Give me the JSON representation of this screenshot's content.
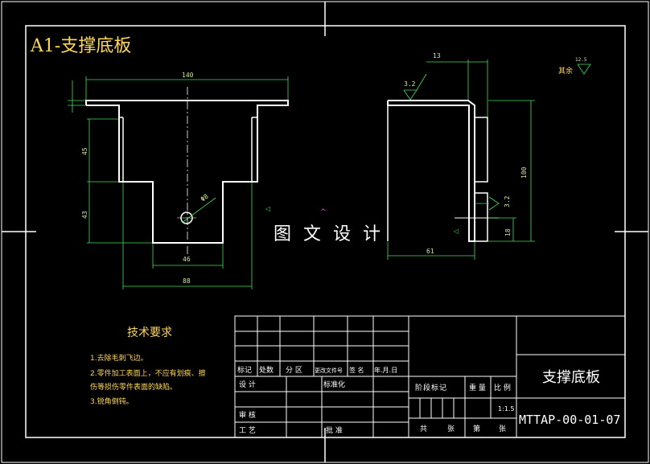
{
  "drawing": {
    "title": "A1-支撑底板",
    "watermark": "图 文 设 计",
    "front_view": {
      "dim_width_top": "140",
      "dim_height_upper": "45",
      "dim_height_lower": "43",
      "dim_hole_dia": "Φ8",
      "dim_slot_width": "46",
      "dim_bottom_width": "88"
    },
    "side_view": {
      "dim_top": "13",
      "dim_height": "100",
      "dim_small": "18",
      "dim_bottom": "61",
      "roughness_left": "3.2",
      "roughness_right": "3.2",
      "roughness_other": "12.5",
      "remaining_label": "其余"
    }
  },
  "tech_requirements": {
    "heading": "技术要求",
    "items": [
      "1.去除毛刺飞边。",
      "2.零件加工表面上，不应有划痕、擦",
      "伤等损伤零件表面的缺陷。",
      "3.锐角倒钝。"
    ]
  },
  "title_block": {
    "part_name": "支撑底板",
    "drawing_number": "MTTAP-00-01-07",
    "scale": "1:1.5",
    "labels": {
      "mark": "标记",
      "count": "处数",
      "zone": "分 区",
      "change_doc": "更改文件号",
      "sign": "签 名",
      "date": "年.月.日",
      "design": "设 计",
      "standardize": "标准化",
      "review": "审 核",
      "process": "工 艺",
      "approve": "批 准",
      "stage_mark": "阶段标记",
      "weight": "重 量",
      "ratio": "比 例",
      "total": "共",
      "sheet": "张",
      "page": "第",
      "sheet2": "张"
    }
  }
}
